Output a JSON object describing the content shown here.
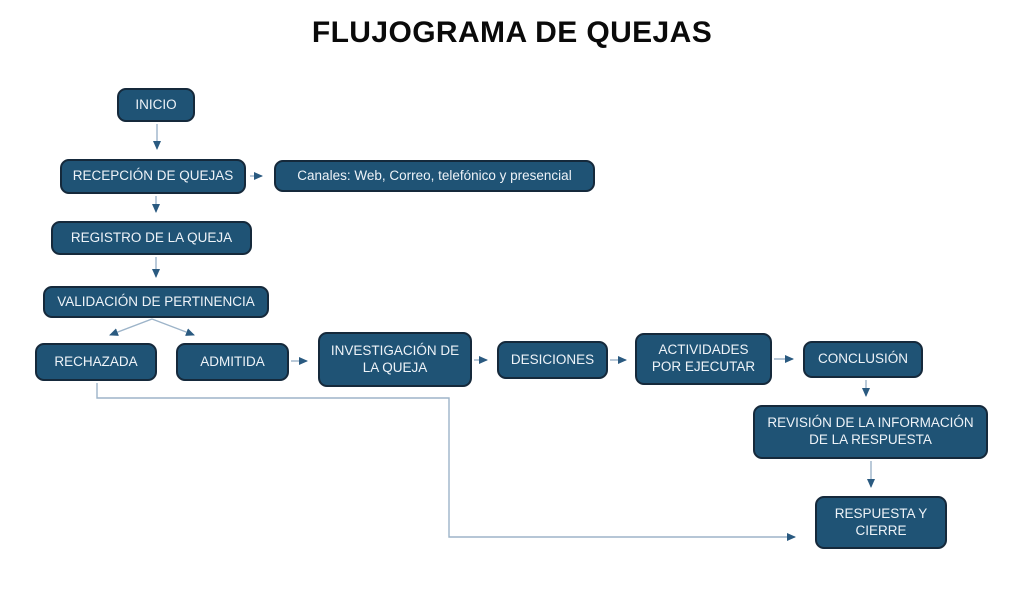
{
  "title": "FLUJOGRAMA DE QUEJAS",
  "colors": {
    "page_bg": "#ffffff",
    "title_color": "#0a0a0a",
    "node_fill": "#1f5375",
    "node_border": "#15293b",
    "node_text": "#eef3f8",
    "arrow_line": "#9db4c9",
    "arrow_head": "#2a5a80"
  },
  "nodes": {
    "inicio": {
      "label": "INICIO"
    },
    "recepcion": {
      "label": "RECEPCIÓN DE QUEJAS"
    },
    "canales": {
      "label": "Canales: Web, Correo, telefónico y presencial"
    },
    "registro": {
      "label": "REGISTRO DE LA QUEJA"
    },
    "validacion": {
      "label": "VALIDACIÓN DE PERTINENCIA"
    },
    "rechazada": {
      "label": "RECHAZADA"
    },
    "admitida": {
      "label": "ADMITIDA"
    },
    "investigacion": {
      "label": "INVESTIGACIÓN DE\nLA QUEJA"
    },
    "desiciones": {
      "label": "DESICIONES"
    },
    "actividades": {
      "label": "ACTIVIDADES\nPOR EJECUTAR"
    },
    "conclusion": {
      "label": "CONCLUSIÓN"
    },
    "revision": {
      "label": "REVISIÓN DE LA INFORMACIÓN\nDE LA RESPUESTA"
    },
    "respuesta": {
      "label": "RESPUESTA  Y\nCIERRE"
    }
  },
  "edges": [
    {
      "from": "inicio",
      "to": "recepcion"
    },
    {
      "from": "recepcion",
      "to": "canales"
    },
    {
      "from": "recepcion",
      "to": "registro"
    },
    {
      "from": "registro",
      "to": "validacion"
    },
    {
      "from": "validacion",
      "to": "rechazada"
    },
    {
      "from": "validacion",
      "to": "admitida"
    },
    {
      "from": "admitida",
      "to": "investigacion"
    },
    {
      "from": "investigacion",
      "to": "desiciones"
    },
    {
      "from": "desiciones",
      "to": "actividades"
    },
    {
      "from": "actividades",
      "to": "conclusion"
    },
    {
      "from": "conclusion",
      "to": "revision"
    },
    {
      "from": "revision",
      "to": "respuesta"
    },
    {
      "from": "rechazada",
      "to": "respuesta"
    }
  ]
}
